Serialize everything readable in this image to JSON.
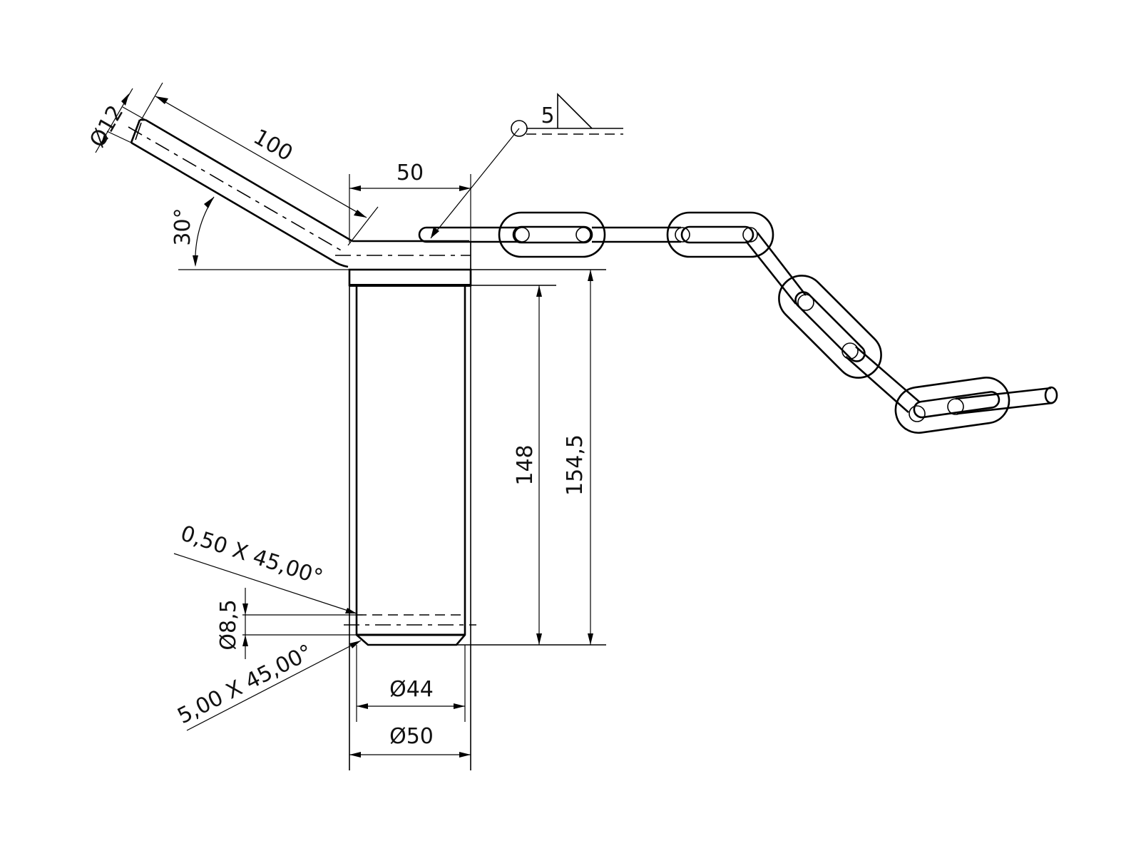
{
  "drawing": {
    "type": "technical-drawing",
    "subject": "pin with bent handle and chain",
    "line_color": "#000000",
    "background": "#ffffff"
  },
  "dimensions": {
    "handle_diameter": "Ø12",
    "handle_length": "100",
    "handle_angle": "30°",
    "offset_width": "50",
    "weld_size": "5",
    "length_inner": "148",
    "length_total": "154,5",
    "chamfer_top": "0,50 X 45,00°",
    "chamfer_bottom": "5,00 X 45,00°",
    "hole_diameter": "Ø8,5",
    "pin_tip_diameter": "Ø44",
    "pin_diameter": "Ø50"
  },
  "chain": {
    "link_count": 4
  }
}
